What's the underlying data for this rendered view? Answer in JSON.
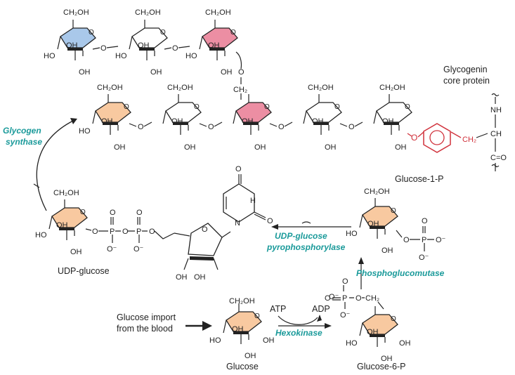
{
  "colors": {
    "enzyme": "#1a9a9a",
    "link_red": "#d0303a",
    "ring_blue": "#a9c8ea",
    "ring_pink": "#ec8ea3",
    "ring_peach": "#f8c9a0",
    "ring_white": "#ffffff",
    "line": "#222222"
  },
  "chem": {
    "ch2oh": "CH₂OH",
    "ch2": "CH₂",
    "oh": "OH",
    "ho": "HO",
    "o": "O",
    "p": "P",
    "o_minus": "O⁻",
    "nh": "NH",
    "ch": "CH",
    "co": "C=O",
    "n": "N",
    "h": "H"
  },
  "labels": {
    "glycogenin_line1": "Glycogenin",
    "glycogenin_line2": "core protein",
    "glucose1p": "Glucose-1-P",
    "udp_glucose": "UDP-glucose",
    "import_line1": "Glucose import",
    "import_line2": "from the blood",
    "glucose": "Glucose",
    "glucose6p": "Glucose-6-P",
    "atp": "ATP",
    "adp": "ADP"
  },
  "enzymes": {
    "glycogen_synthase_1": "Glycogen",
    "glycogen_synthase_2": "synthase",
    "udp_ppase_1": "UDP-glucose",
    "udp_ppase_2": "pyrophosphorylase",
    "phosphoglucomutase": "Phosphoglucomutase",
    "hexokinase": "Hexokinase"
  }
}
